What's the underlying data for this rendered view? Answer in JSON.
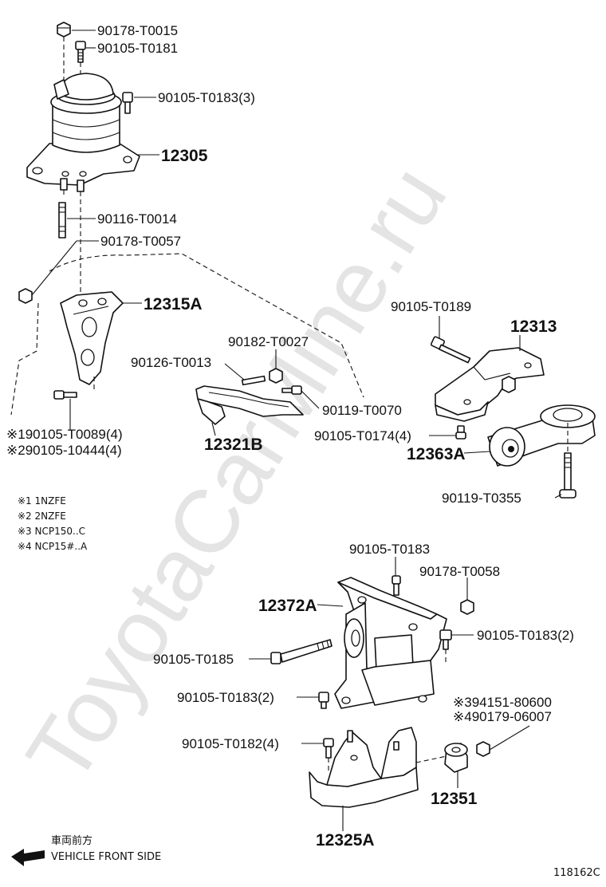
{
  "watermark": "ToyotaCarMine.ru",
  "labels": {
    "p1": "90178-T0015",
    "p2": "90105-T0181",
    "p3": "90105-T0183(3)",
    "p4": "12305",
    "p5": "90116-T0014",
    "p6": "90178-T0057",
    "p7": "12315A",
    "p8": "90105-T0189",
    "p9": "12313",
    "p10": "90182-T0027",
    "p11": "90126-T0013",
    "p12": "90119-T0070",
    "p13": "※190105-T0089(4)",
    "p14": "※290105-10444(4)",
    "p15": "12321B",
    "p16": "90105-T0174(4)",
    "p17": "12363A",
    "p18": "90119-T0355",
    "p19": "90105-T0183",
    "p20": "90178-T0058",
    "p21": "12372A",
    "p22": "90105-T0183(2)",
    "p23": "90105-T0185",
    "p24": "90105-T0183(2)",
    "p25": "※394151-80600",
    "p26": "※490179-06007",
    "p27": "90105-T0182(4)",
    "p28": "12351",
    "p29": "12325A"
  },
  "notes": [
    "※1 1NZFE",
    "※2 2NZFE",
    "※3 NCP150..C",
    "※4 NCP15#..A"
  ],
  "front": {
    "jp": "車両前方",
    "en": "VEHICLE FRONT SIDE"
  },
  "figure_id": "118162C"
}
